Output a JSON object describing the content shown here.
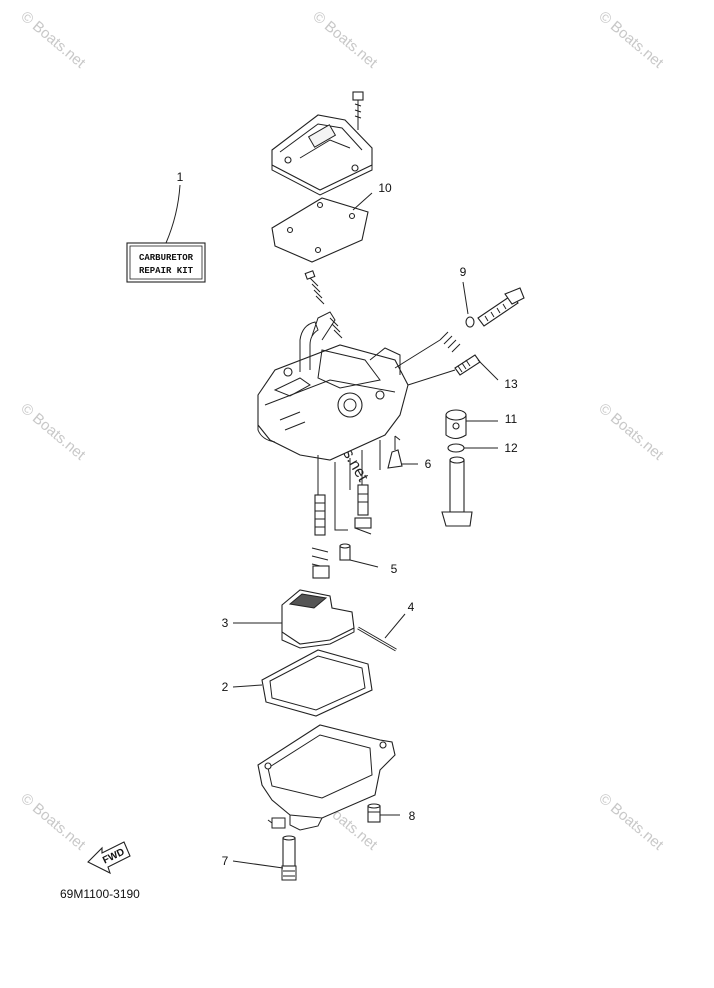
{
  "watermark": {
    "text": "© Boats.net"
  },
  "kit_label": {
    "line1": "CARBURETOR",
    "line2": "REPAIR KIT"
  },
  "fwd_label": "FWD",
  "drawing_code": "69M1100-3190",
  "callouts": [
    "1",
    "2",
    "3",
    "4",
    "5",
    "6",
    "7",
    "8",
    "9",
    "10",
    "11",
    "12",
    "13"
  ],
  "icons": {
    "fwd_arrow": "fwd-arrow-icon"
  }
}
